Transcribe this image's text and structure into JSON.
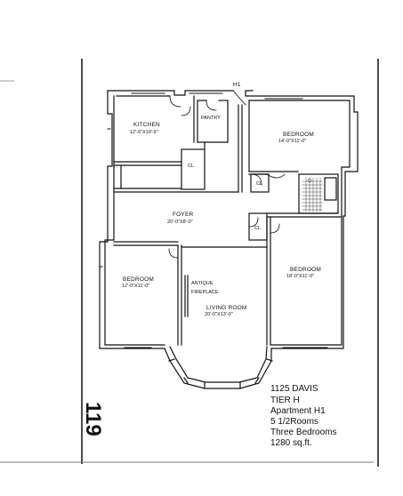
{
  "plan": {
    "unit_label": "H1",
    "rooms": {
      "kitchen": {
        "name": "KITCHEN",
        "dims": "12'-6\"X10'-9\""
      },
      "pantry": {
        "name": "PANTRY"
      },
      "closet_kitchen": {
        "name": "CL"
      },
      "bedroom_ne": {
        "name": "BEDROOM",
        "dims": "14'-0\"X11'-0\""
      },
      "closet_ne": {
        "name": "CL"
      },
      "foyer": {
        "name": "FOYER",
        "dims": "20'-0\"X8'-0\""
      },
      "closet_center": {
        "name": "CL"
      },
      "bedroom_se": {
        "name": "BEDROOM",
        "dims": "18'-0\"X11'-0\""
      },
      "bedroom_sw": {
        "name": "BEDROOM",
        "dims": "12'-0\"X11'-0\""
      },
      "fireplace": {
        "line1": "ANTIQUE",
        "line2": "FIREPLACE"
      },
      "living_room": {
        "name": "LIVING ROOM",
        "dims": "20'-0\"X13'-0\""
      }
    }
  },
  "info": {
    "address": "1125 DAVIS",
    "tier": "TIER  H",
    "apartment": "Apartment H1",
    "rooms": "5 1/2Rooms",
    "bedrooms": "Three Bedrooms",
    "area": "1280 sq.ft."
  },
  "page_number": "119"
}
